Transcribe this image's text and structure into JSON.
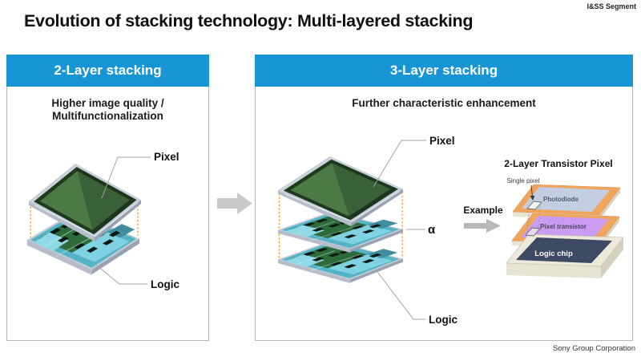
{
  "page": {
    "segment_label": "I&SS Segment",
    "title": "Evolution of stacking technology: Multi-layered stacking",
    "footer": "Sony Group Corporation"
  },
  "colors": {
    "header_blue": "#1795d4",
    "connector_dash_orange": "#f0a132",
    "frame_orange": "#f0a55c",
    "photodiode_fill": "#c3cee3",
    "pixel_transistor_fill": "#c99cf2",
    "logic_chip_navy": "#3d4a63",
    "pixel_chip_green": "#4c7a45",
    "logic_board_teal": "#52b4c6",
    "arrow_gray": "#c9c9c9"
  },
  "left_panel": {
    "header": "2-Layer stacking",
    "subtitle_line1": "Higher image quality /",
    "subtitle_line2": "Multifunctionalization",
    "pixel_label": "Pixel",
    "logic_label": "Logic"
  },
  "right_panel": {
    "header": "3-Layer stacking",
    "subtitle": "Further characteristic enhancement",
    "pixel_label": "Pixel",
    "alpha_label": "α",
    "logic_label": "Logic",
    "example_label": "Example",
    "transistor": {
      "title": "2-Layer Transistor Pixel",
      "single_pixel_label": "Single pixel",
      "photodiode_label": "Photodiode",
      "pixel_transistor_label": "Pixel transistor",
      "logic_chip_label": "Logic chip"
    }
  }
}
